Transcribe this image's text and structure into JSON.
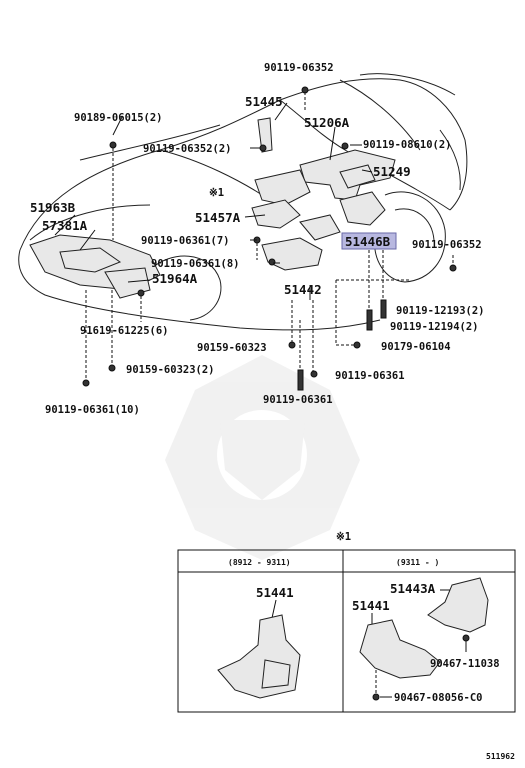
{
  "labels": {
    "p_90119_06352_top": "90119-06352",
    "p_51445": "51445",
    "p_51206A": "51206A",
    "p_90189_06015": "90189-06015(2)",
    "p_90119_06352_2": "90119-06352(2)",
    "p_90119_08610": "90119-08610(2)",
    "p_51249": "51249",
    "note_mark": "※1",
    "p_51963B": "51963B",
    "p_57381A": "57381A",
    "p_51457A": "51457A",
    "p_51446B": "51446B",
    "p_90119_06361_7": "90119-06361(7)",
    "p_90119_06352_right": "90119-06352",
    "p_90119_06361_8": "90119-06361(8)",
    "p_51964A": "51964A",
    "p_51442": "51442",
    "p_90119_12193": "90119-12193(2)",
    "p_91619_61225": "91619-61225(6)",
    "p_90119_12194": "90119-12194(2)",
    "p_90159_60323": "90159-60323",
    "p_90179_06104": "90179-06104",
    "p_90159_60323_2": "90159-60323(2)",
    "p_90119_06361_a": "90119-06361",
    "p_90119_06361_b": "90119-06361",
    "p_90119_06361_10": "90119-06361(10)",
    "inset_mark": "※1",
    "inset_left_range": "(8912 - 9311)",
    "inset_right_range": "(9311 -      )",
    "p_51441_left": "51441",
    "p_51443A": "51443A",
    "p_51441_right": "51441",
    "p_90467_11038": "90467-11038",
    "p_90467_08056": "90467-08056-C0",
    "diagram_id": "511962"
  },
  "highlight_part": "51446B",
  "colors": {
    "highlight": "#b8b8e0",
    "ink": "#111111"
  }
}
